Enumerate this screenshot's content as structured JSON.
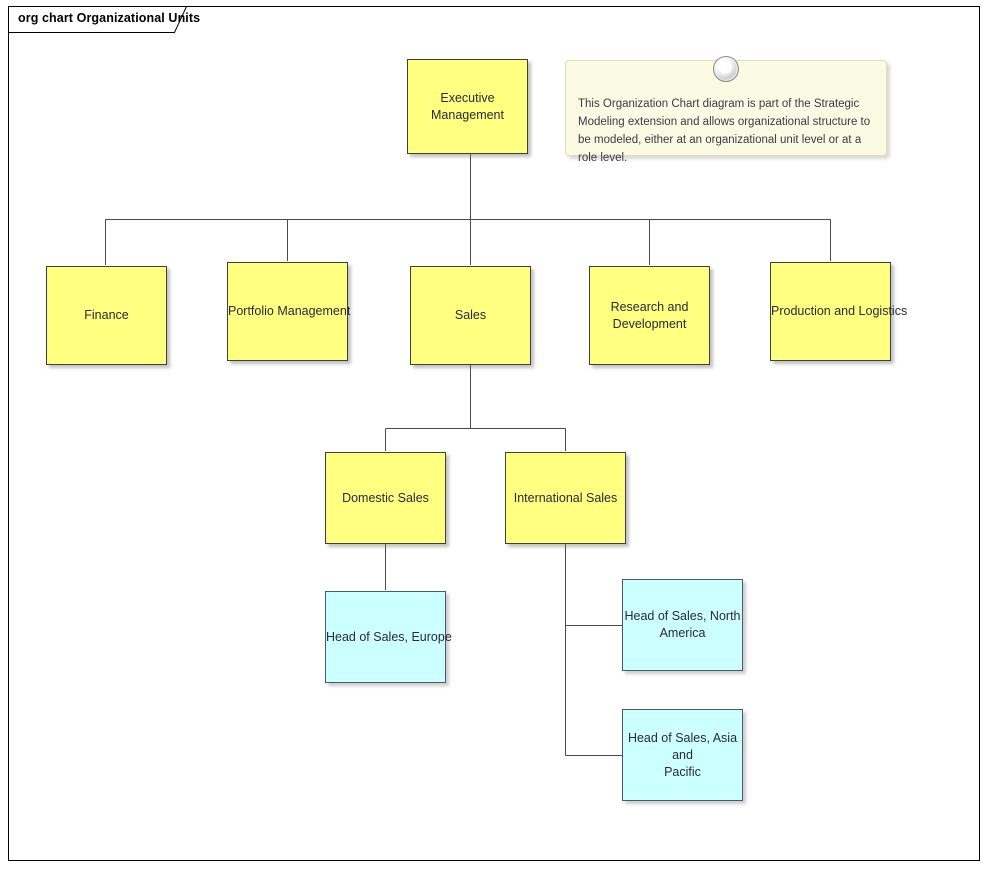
{
  "diagram": {
    "title": "org chart Organizational Units",
    "colors": {
      "unit_fill": "#ffff80",
      "unit_border": "#3f3f3f",
      "role_fill": "#ccffff",
      "role_border": "#4a5a6a",
      "note_fill": "#fbfbe3",
      "note_border": "#e0dfb8",
      "connector": "#4a4a4a",
      "frame_border": "#000000"
    }
  },
  "note": {
    "text": "This Organization Chart diagram is part of the Strategic Modeling extension and allows organizational structure to be modeled, either at an organizational unit level or at a role level.",
    "pin_icon": "note-anchor-circle-icon"
  },
  "nodes": {
    "executive_management": {
      "label": "Executive\nManagement",
      "type": "organizational-unit"
    },
    "finance": {
      "label": "Finance",
      "type": "organizational-unit"
    },
    "portfolio_management": {
      "label": "Portfolio Management",
      "type": "organizational-unit"
    },
    "sales": {
      "label": "Sales",
      "type": "organizational-unit"
    },
    "research_development": {
      "label": "Research and\nDevelopment",
      "type": "organizational-unit"
    },
    "production_logistics": {
      "label": "Production and Logistics",
      "type": "organizational-unit"
    },
    "domestic_sales": {
      "label": "Domestic Sales",
      "type": "organizational-unit"
    },
    "international_sales": {
      "label": "International Sales",
      "type": "organizational-unit"
    },
    "head_sales_europe": {
      "label": "Head of Sales, Europe",
      "type": "role"
    },
    "head_sales_north_america": {
      "label": "Head of Sales, North\nAmerica",
      "type": "role"
    },
    "head_sales_asia_pacific": {
      "label": "Head of Sales, Asia and\nPacific",
      "type": "role"
    }
  },
  "edges": [
    {
      "from": "executive_management",
      "to": "finance"
    },
    {
      "from": "executive_management",
      "to": "portfolio_management"
    },
    {
      "from": "executive_management",
      "to": "sales"
    },
    {
      "from": "executive_management",
      "to": "research_development"
    },
    {
      "from": "executive_management",
      "to": "production_logistics"
    },
    {
      "from": "sales",
      "to": "domestic_sales"
    },
    {
      "from": "sales",
      "to": "international_sales"
    },
    {
      "from": "domestic_sales",
      "to": "head_sales_europe"
    },
    {
      "from": "international_sales",
      "to": "head_sales_north_america"
    },
    {
      "from": "international_sales",
      "to": "head_sales_asia_pacific"
    }
  ]
}
